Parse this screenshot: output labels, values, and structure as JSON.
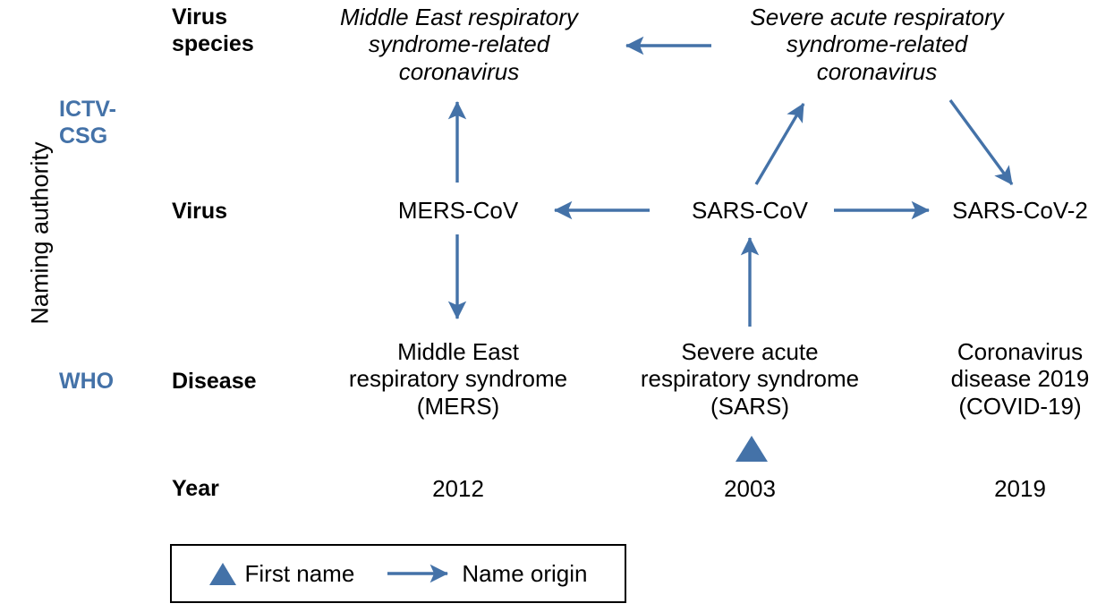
{
  "figure": {
    "axis_label": "Naming authority",
    "background": "#ffffff",
    "accent_color": "#4472a8",
    "text_color": "#000000"
  },
  "authorities": [
    {
      "id": "ictv-csg",
      "label": "ICTV-\nCSG"
    },
    {
      "id": "who",
      "label": "WHO"
    }
  ],
  "rows": [
    {
      "id": "virus-species",
      "label": "Virus\nspecies"
    },
    {
      "id": "virus",
      "label": "Virus"
    },
    {
      "id": "disease",
      "label": "Disease"
    },
    {
      "id": "year",
      "label": "Year"
    }
  ],
  "columns": [
    {
      "id": "mers",
      "species": "Middle East respiratory\nsyndrome-related\ncoronavirus",
      "virus": "MERS-CoV",
      "disease": "Middle East\nrespiratory syndrome\n(MERS)",
      "year": "2012"
    },
    {
      "id": "sars",
      "species": "Severe acute respiratory\nsyndrome-related\ncoronavirus",
      "virus": "SARS-CoV",
      "disease": "Severe acute\nrespiratory syndrome\n(SARS)",
      "year": "2003"
    },
    {
      "id": "sars2",
      "species": "",
      "virus": "SARS-CoV-2",
      "disease": "Coronavirus\ndisease 2019\n(COVID-19)",
      "year": "2019"
    }
  ],
  "arrows": [
    {
      "id": "sars-species-to-mers-species",
      "from": "Severe acute respiratory syndrome-related coronavirus",
      "to": "Middle East respiratory syndrome-related coronavirus",
      "direction": "left"
    },
    {
      "id": "mers-cov-to-mers-species",
      "from": "MERS-CoV",
      "to": "Middle East respiratory syndrome-related coronavirus",
      "direction": "up"
    },
    {
      "id": "mers-cov-to-mers-disease",
      "from": "MERS-CoV",
      "to": "Middle East respiratory syndrome (MERS)",
      "direction": "down"
    },
    {
      "id": "sars-cov-to-mers-cov",
      "from": "SARS-CoV",
      "to": "MERS-CoV",
      "direction": "left"
    },
    {
      "id": "sars-cov-to-sars-species",
      "from": "SARS-CoV",
      "to": "Severe acute respiratory syndrome-related coronavirus",
      "direction": "up-right"
    },
    {
      "id": "sars-cov-to-sars-cov-2",
      "from": "SARS-CoV",
      "to": "SARS-CoV-2",
      "direction": "right"
    },
    {
      "id": "sars-species-to-sars-cov-2",
      "from": "Severe acute respiratory syndrome-related coronavirus",
      "to": "SARS-CoV-2",
      "direction": "down-right"
    },
    {
      "id": "sars-disease-to-sars-cov",
      "from": "Severe acute respiratory syndrome (SARS)",
      "to": "SARS-CoV",
      "direction": "up"
    }
  ],
  "markers": [
    {
      "id": "first-name-sars",
      "anchor": "Severe acute respiratory syndrome (SARS)",
      "shape": "triangle"
    }
  ],
  "legend": {
    "first_name_label": "First name",
    "name_origin_label": "Name origin",
    "marker_icon": "triangle-up-icon",
    "arrow_icon": "arrow-right-icon"
  }
}
